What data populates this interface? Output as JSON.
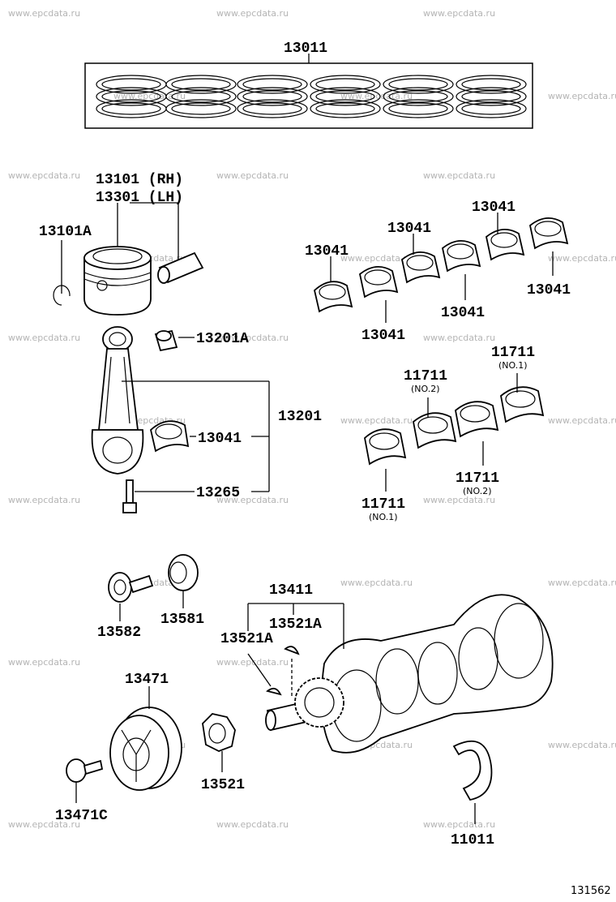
{
  "watermark_text": "www.epcdata.ru",
  "diagram_ref": "131562",
  "labels": {
    "ring_set": "13011",
    "piston_rh": "13101 (RH)",
    "piston_lh": "13301 (LH)",
    "snap_ring": "13101A",
    "bushing": "13201A",
    "conrod_assy": "13201",
    "conrod_bearing": "13041",
    "conrod_bolt": "13265",
    "bearing_top_1": "13041",
    "bearing_top_2": "13041",
    "bearing_top_3": "13041",
    "bearing_top_4": "13041",
    "bearing_top_5": "13041",
    "bearing_top_6": "13041",
    "main_bearing_no1_top": "11711",
    "main_bearing_no1_top_note": "(NO.1)",
    "main_bearing_no2_top": "11711",
    "main_bearing_no2_top_note": "(NO.2)",
    "main_bearing_no2_bottom": "11711",
    "main_bearing_no2_bottom_note": "(NO.2)",
    "main_bearing_no1_bottom": "11711",
    "main_bearing_no1_bottom_note": "(NO.1)",
    "idler_bolt": "13582",
    "idler_pulley": "13581",
    "crankshaft": "13411",
    "key_a": "13521A",
    "key_b": "13521A",
    "pulley": "13471",
    "pulley_bolt": "13471C",
    "timing_gear": "13521",
    "thrust_washer": "11011"
  }
}
